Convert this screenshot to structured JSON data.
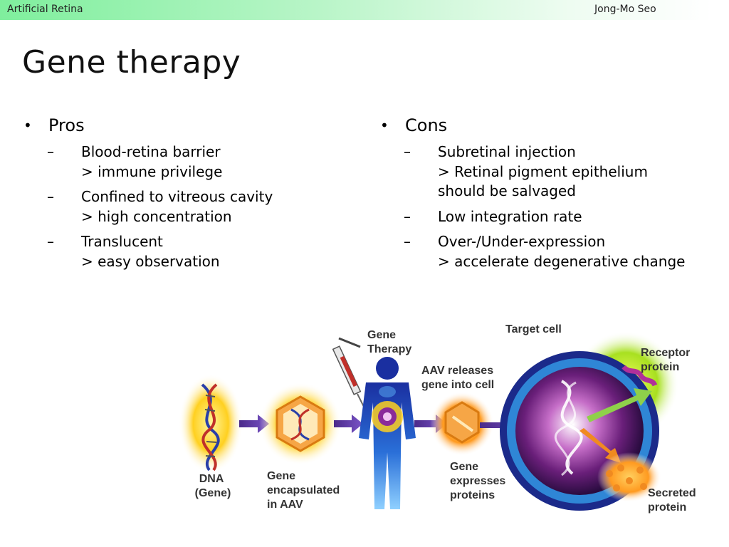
{
  "header": {
    "left_text": "Artificial Retina",
    "right_text": "Jong-Mo Seo"
  },
  "title": "Gene therapy",
  "pros": {
    "heading": "Pros",
    "items": [
      {
        "line1": "Blood-retina barrier",
        "line2": "> immune privilege"
      },
      {
        "line1": "Confined to vitreous cavity",
        "line2": "> high concentration"
      },
      {
        "line1": "Translucent",
        "line2": "> easy observation"
      }
    ]
  },
  "cons": {
    "heading": "Cons",
    "items": [
      {
        "line1": "Subretinal injection",
        "line2": "> Retinal pigment epithelium",
        "line3": "should be salvaged"
      },
      {
        "line1": "Low integration rate"
      },
      {
        "line1": "Over-/Under-expression",
        "line2": "> accelerate degenerative change"
      }
    ]
  },
  "diagram": {
    "dna_label": [
      "DNA",
      "(Gene)"
    ],
    "gene_label": [
      "Gene",
      "encapsulated",
      "in AAV"
    ],
    "therapy_label": [
      "Gene",
      "Therapy"
    ],
    "aav_label": [
      "AAV releases",
      "gene into cell"
    ],
    "target_label": "Target cell",
    "receptor_label": [
      "Receptor",
      "protein"
    ],
    "expresses_label": [
      "Gene",
      "expresses",
      "proteins"
    ],
    "secreted_label": [
      "Secreted",
      "protein"
    ]
  }
}
